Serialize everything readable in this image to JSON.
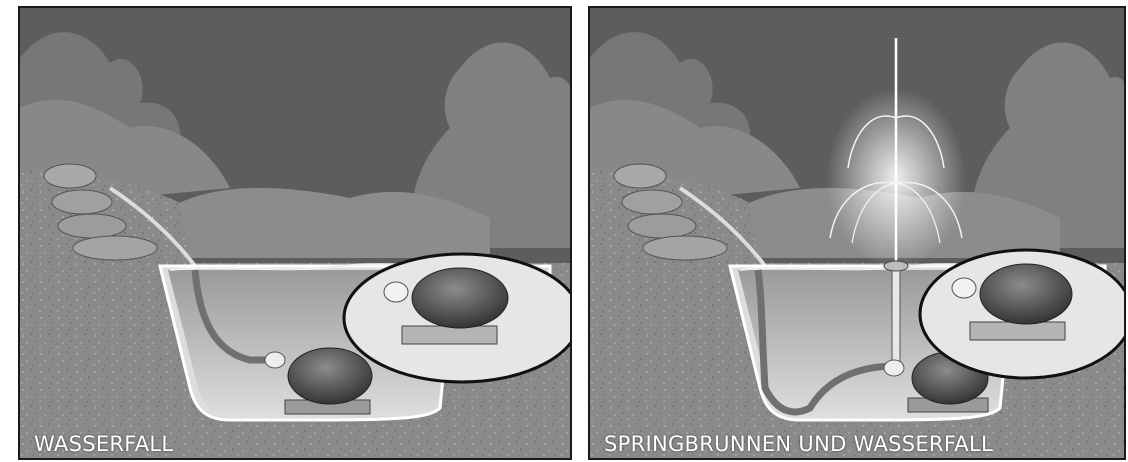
{
  "panels": [
    {
      "caption": "WASSERFALL",
      "scene": "waterfall"
    },
    {
      "caption": "SPRINGBRUNNEN UND WASSERFALL",
      "scene": "fountain-and-waterfall"
    }
  ]
}
